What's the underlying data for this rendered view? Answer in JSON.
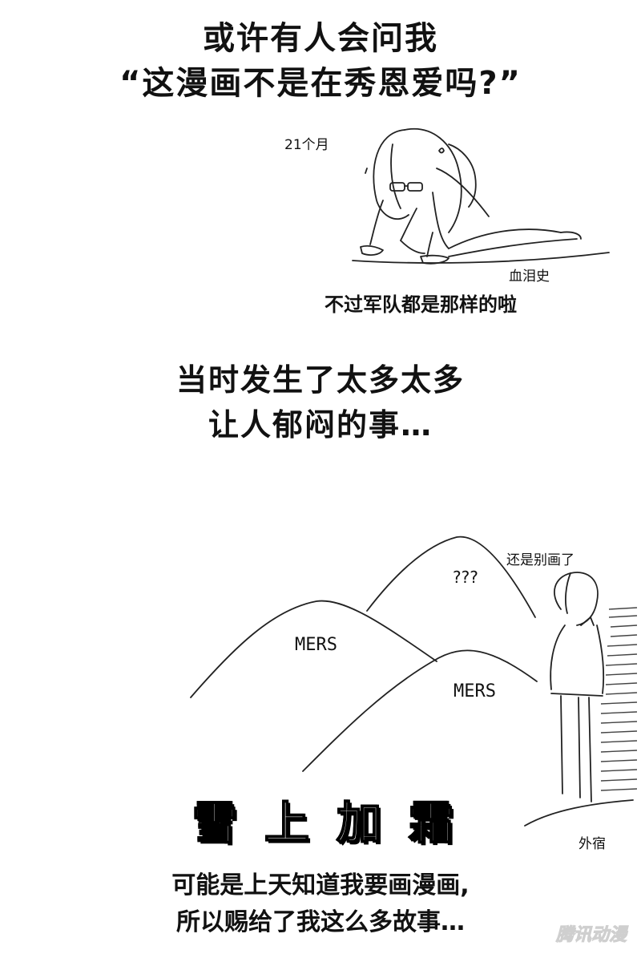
{
  "header": {
    "line1": "或许有人会问我",
    "line2": "“这漫画不是在秀恩爱吗?”"
  },
  "panel1": {
    "months_label": "21个月",
    "tears_label": "血泪史",
    "caption": "不过军队都是那样的啦"
  },
  "middle": {
    "line1": "当时发生了太多太多",
    "line2": "让人郁闷的事…"
  },
  "panel2": {
    "mountain1_label": "MERS",
    "mountain2_label": "MERS",
    "question_marks": "???",
    "speech": "还是别画了",
    "ground_label": "外宿",
    "stamp": "雪上加霜"
  },
  "footer": {
    "line1": "可能是上天知道我要画漫画,",
    "line2": "所以赐给了我这么多故事…"
  },
  "watermark": {
    "text": "腾讯动漫"
  }
}
